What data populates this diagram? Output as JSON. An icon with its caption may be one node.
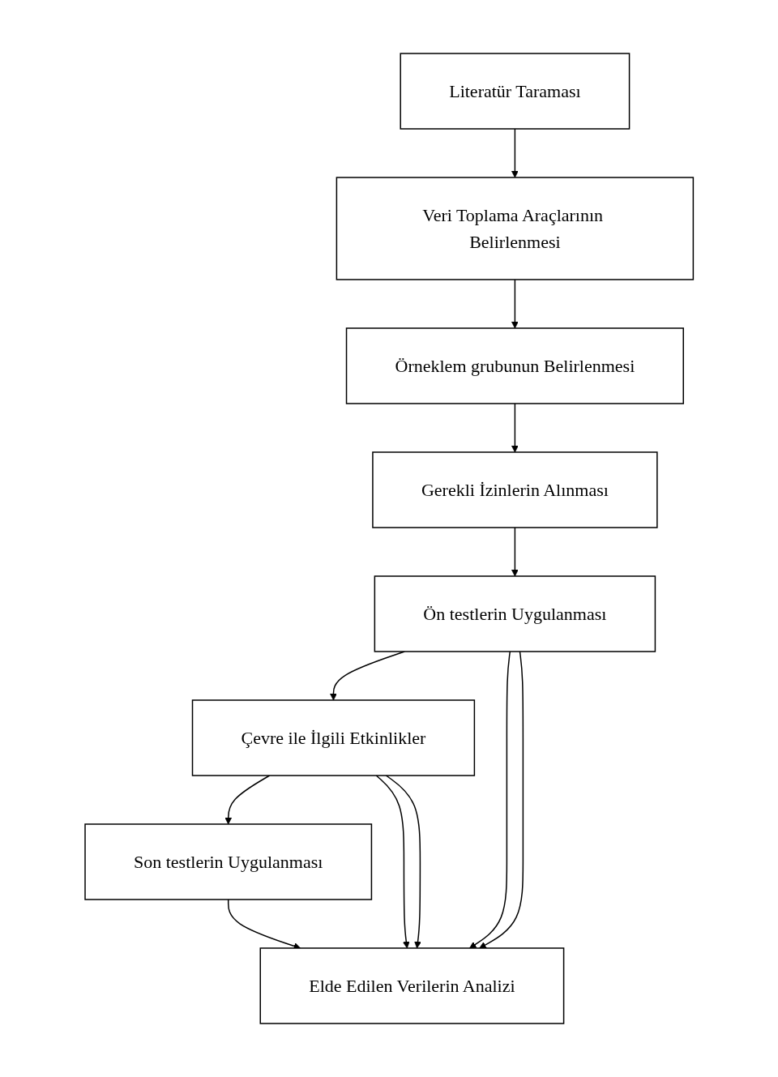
{
  "diagram": {
    "nodes": [
      {
        "text": [
          "Literatür Taraması"
        ]
      },
      {
        "text": [
          "Veri Toplama Araçlarının Belirlenmesi"
        ]
      },
      {
        "text": [
          "Örneklem grubunun Belirlenmesi"
        ]
      },
      {
        "text": [
          "Gerekli İzinlerin Alınması"
        ]
      },
      {
        "text": [
          "Ön testlerin Uygulanması"
        ]
      },
      {
        "text": [
          "Çevre ile İlgili Etkinlikler"
        ]
      },
      {
        "text": [
          "Son testlerin Uygulanması"
        ]
      },
      {
        "text": [
          "Elde Edilen Verilerin Analizi"
        ]
      }
    ],
    "edges": [
      {
        "from": 0,
        "to": 1,
        "arrow": "to"
      },
      {
        "from": 1,
        "to": 2,
        "arrow": "to"
      },
      {
        "from": 2,
        "to": 3,
        "arrow": "to"
      },
      {
        "from": 3,
        "to": 4,
        "arrow": "to"
      },
      {
        "from": 4,
        "to": 5,
        "arrow": "to"
      },
      {
        "from": 5,
        "to": 6,
        "arrow": "to"
      },
      {
        "from": 6,
        "to": 7,
        "arrow": "to"
      },
      {
        "from": 4,
        "to": 7,
        "arrow": "to"
      },
      {
        "from": 5,
        "to": 7,
        "arrow": "to"
      },
      {
        "from": 4,
        "to": 7,
        "arrow": "to"
      },
      {
        "from": 5,
        "to": 7,
        "arrow": "to"
      }
    ]
  }
}
